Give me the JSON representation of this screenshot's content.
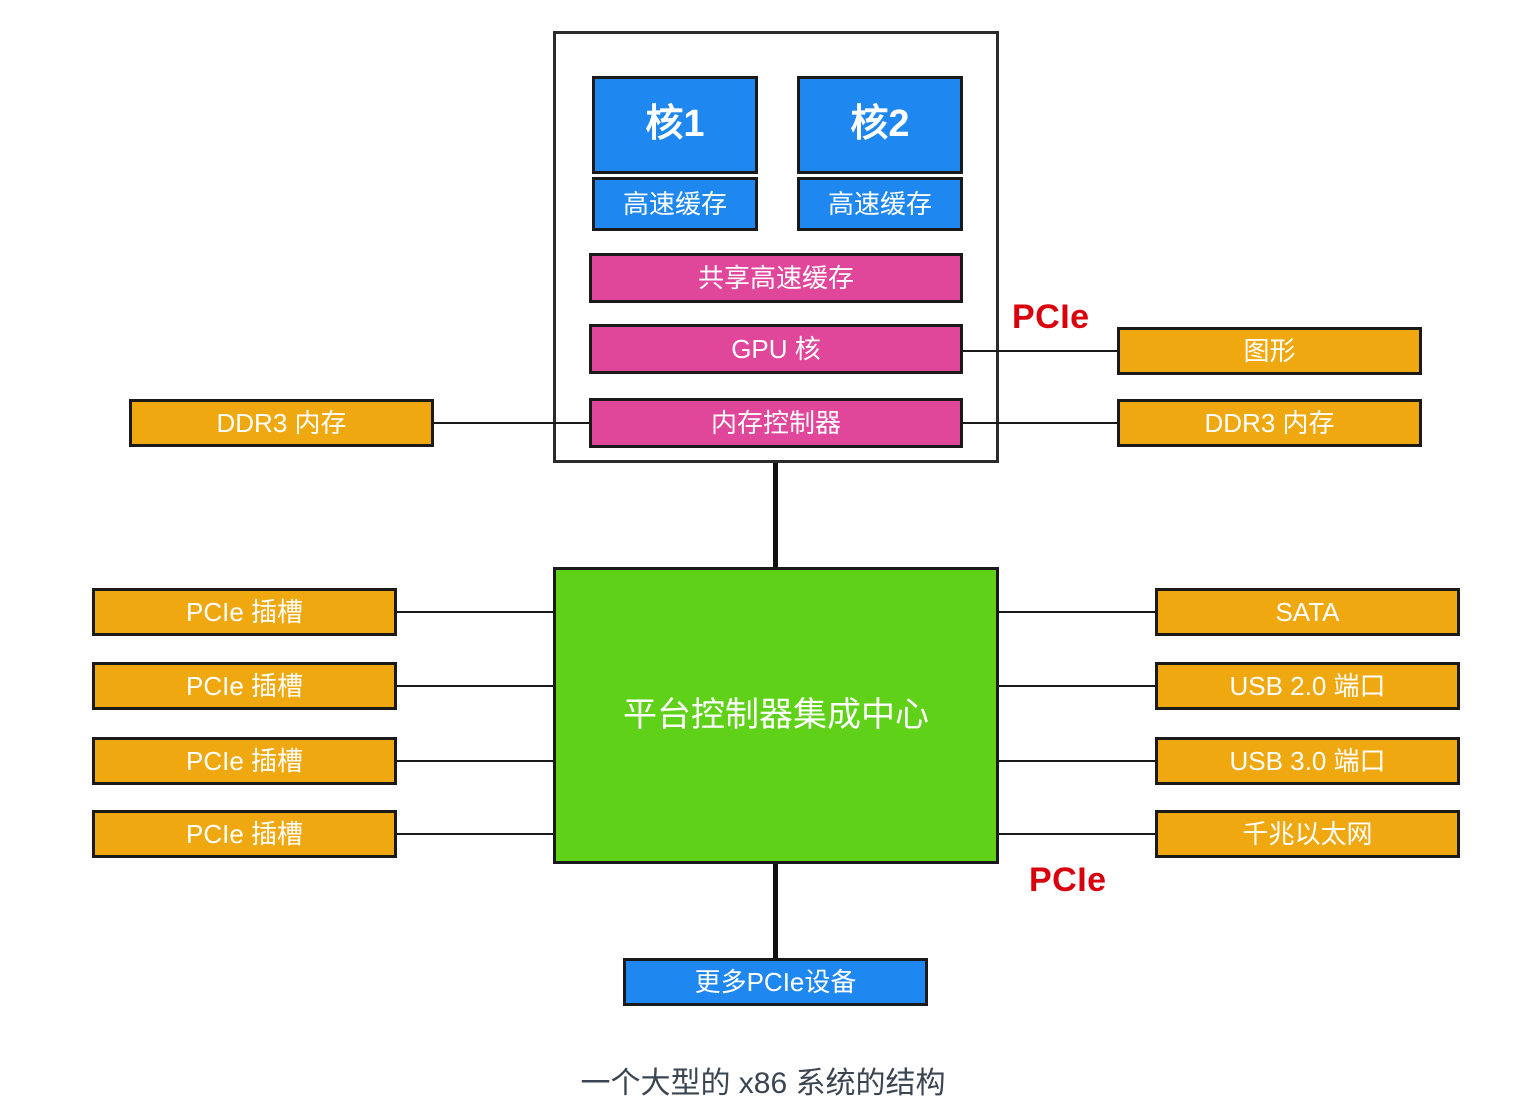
{
  "diagram": {
    "caption": "一个大型的 x86 系统的结构",
    "colors": {
      "core_blue": "#1f87f0",
      "cache_blue": "#1f87f0",
      "shared_pink": "#e0469a",
      "pch_green": "#5fd119",
      "peripheral_orange": "#efa80f",
      "pcie_label_red": "#d9000d",
      "outline_black": "#1a1a1a",
      "caption_gray": "#3b4551"
    },
    "cpu_die": {
      "cores": [
        {
          "core_label": "核1",
          "cache_label": "高速缓存"
        },
        {
          "core_label": "核2",
          "cache_label": "高速缓存"
        }
      ],
      "shared_blocks": [
        {
          "label": "共享高速缓存"
        },
        {
          "label": "GPU 核"
        },
        {
          "label": "内存控制器"
        }
      ]
    },
    "memory_left": {
      "label": "DDR3 内存"
    },
    "memory_right": {
      "label": "DDR3 内存"
    },
    "graphics": {
      "label": "图形"
    },
    "pcie_labels": [
      {
        "label": "PCIe"
      },
      {
        "label": "PCIe"
      }
    ],
    "pch": {
      "label": "平台控制器集成中心"
    },
    "pcie_slots": [
      {
        "label": "PCIe 插槽"
      },
      {
        "label": "PCIe 插槽"
      },
      {
        "label": "PCIe 插槽"
      },
      {
        "label": "PCIe 插槽"
      }
    ],
    "io_ports": [
      {
        "label": "SATA"
      },
      {
        "label": "USB 2.0 端口"
      },
      {
        "label": "USB 3.0 端口"
      },
      {
        "label": "千兆以太网"
      }
    ],
    "more_devices": {
      "label": "更多PCIe设备"
    }
  }
}
